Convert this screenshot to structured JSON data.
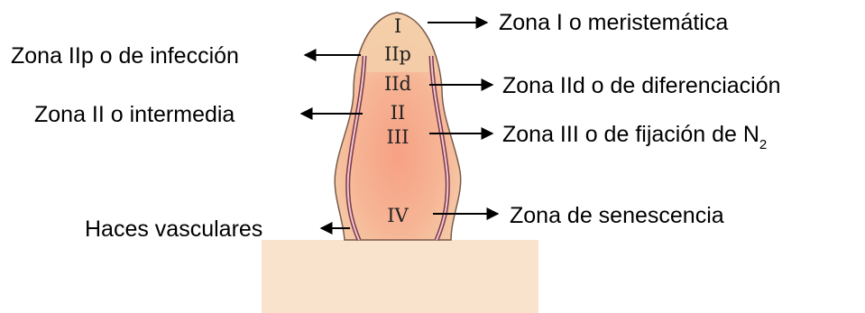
{
  "diagram": {
    "zones": {
      "z1": "I",
      "z2p": "IIp",
      "z2d": "IId",
      "z2": "II",
      "z3": "III",
      "z4": "IV"
    },
    "labels": {
      "meristematic": "Zona I o meristemática",
      "infection": "Zona IIp o de infección",
      "differentiation": "Zona IId o de diferenciación",
      "intermediate": "Zona II o intermedia",
      "fixation_prefix": "Zona III o de fijación de N",
      "fixation_sub": "2",
      "senescence": "Zona de senescencia",
      "vascular": "Haces vasculares"
    },
    "colors": {
      "background_panel": "#f9e3cd",
      "nodule_top": "#f4c9a5",
      "nodule_center": "#f7a084",
      "outline": "#7a5a4a",
      "vascular_bundle": "#b0506a"
    }
  }
}
